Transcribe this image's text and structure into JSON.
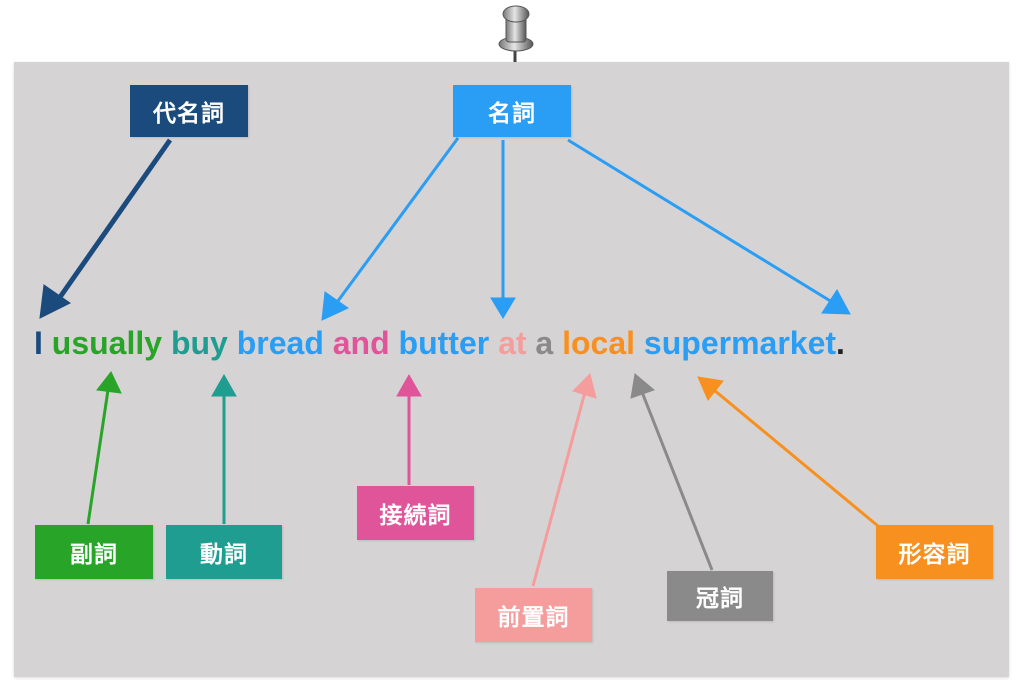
{
  "colors": {
    "pronoun": "#1b4b7c",
    "noun": "#2a9df4",
    "adverb": "#28a428",
    "verb": "#1f9d90",
    "conjunction": "#e0559a",
    "preposition": "#f59d9d",
    "article": "#8a8a8a",
    "adjective": "#f7901e",
    "period": "#222222",
    "board": "#d6d3d5"
  },
  "labels": {
    "pronoun": "代名詞",
    "noun": "名詞",
    "adverb": "副詞",
    "verb": "動詞",
    "conjunction": "接続詞",
    "preposition": "前置詞",
    "article": "冠詞",
    "adjective": "形容詞"
  },
  "sentence": {
    "w_i": "I",
    "w_usually": "usually",
    "w_buy": "buy",
    "w_bread": "bread",
    "w_and": "and",
    "w_butter": "butter",
    "w_at": "at",
    "w_a": "a",
    "w_local": "local",
    "w_supermarket": "supermarket",
    "w_period": "."
  },
  "icons": {
    "pin": "pushpin-icon"
  }
}
